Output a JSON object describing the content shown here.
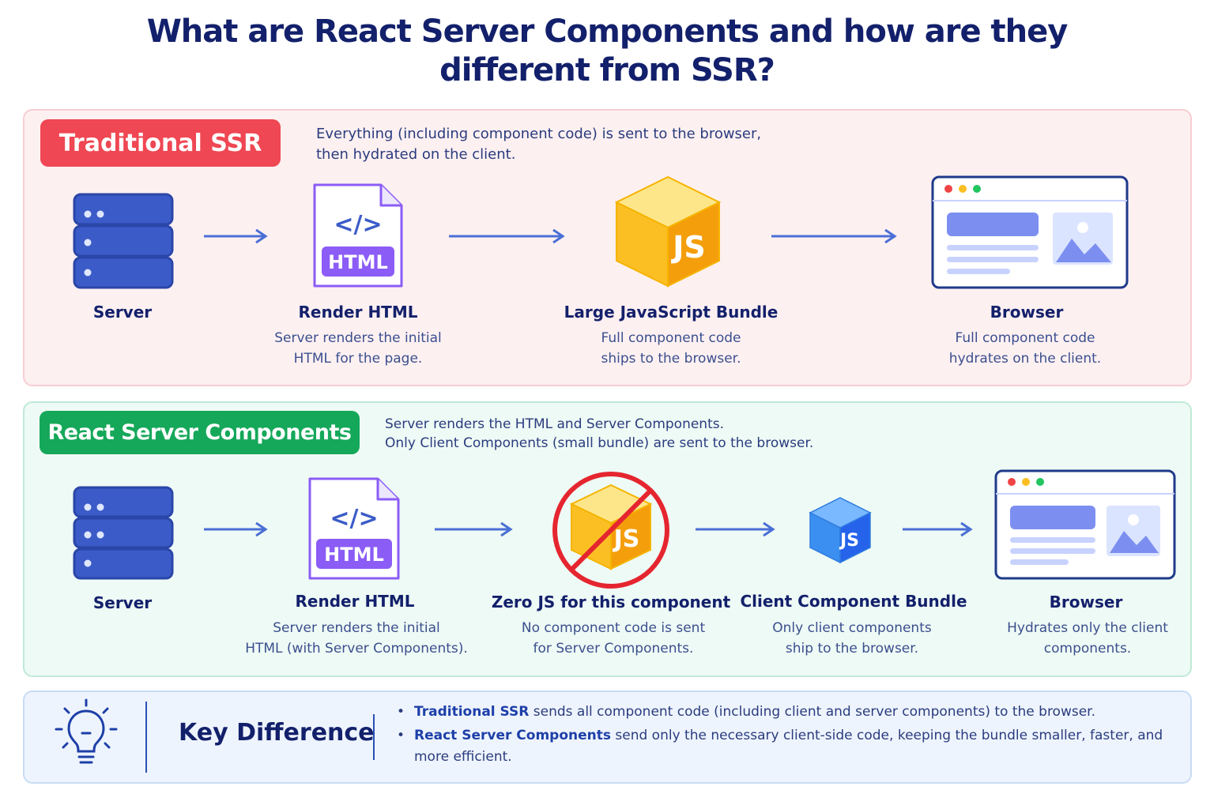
{
  "title": {
    "line1": "What are React Server Components and how are they",
    "line2": "different from SSR?"
  },
  "ssr": {
    "badge": "Traditional SSR",
    "description_line1": "Everything (including component code) is sent to the browser,",
    "description_line2": "then hydrated on the client.",
    "steps": [
      {
        "title": "Server",
        "sub1": "",
        "sub2": "",
        "icon": "server-icon"
      },
      {
        "title": "Render HTML",
        "sub1": "Server renders the initial",
        "sub2": "HTML for the page.",
        "icon": "html-file-icon",
        "icon_label": "HTML",
        "icon_code": "</>"
      },
      {
        "title": "Large JavaScript Bundle",
        "sub1": "Full component code",
        "sub2": "ships to the browser.",
        "icon": "js-cube-icon",
        "icon_label": "JS"
      },
      {
        "title": "Browser",
        "sub1": "Full component code",
        "sub2": "hydrates on the client.",
        "icon": "browser-window-icon"
      }
    ]
  },
  "rsc": {
    "badge": "React Server Components",
    "description_line1": "Server renders the HTML and Server Components.",
    "description_line2": "Only Client Components (small bundle) are sent to the browser.",
    "steps": [
      {
        "title": "Server",
        "sub1": "",
        "sub2": "",
        "icon": "server-icon"
      },
      {
        "title": "Render HTML",
        "sub1": "Server renders the initial",
        "sub2": "HTML (with Server Components).",
        "icon": "html-file-icon",
        "icon_label": "HTML",
        "icon_code": "</>"
      },
      {
        "title": "Zero JS for this component",
        "sub1": "No component code is sent",
        "sub2": "for Server Components.",
        "icon": "no-js-icon",
        "icon_label": "JS"
      },
      {
        "title": "Client Component Bundle",
        "sub1": "Only client components",
        "sub2": "ship to the browser.",
        "icon": "small-js-cube-icon",
        "icon_label": "JS"
      },
      {
        "title": "Browser",
        "sub1": "Hydrates only the client",
        "sub2": "components.",
        "icon": "browser-window-icon"
      }
    ]
  },
  "key": {
    "title": "Key Difference",
    "icon": "lightbulb-icon",
    "bullets": [
      {
        "bold": "Traditional SSR",
        "text": " sends all component code (including client and server components) to the browser."
      },
      {
        "bold": "React Server Components",
        "text": " send only the necessary client-side code, keeping the bundle smaller, faster, and more efficient."
      }
    ]
  },
  "colors": {
    "ssr_accent": "#ef4753",
    "rsc_accent": "#15a85a",
    "arrow": "#4a6fd6",
    "server": "#3b5bc8",
    "html_purple": "#8b5cf6",
    "js_yellow": "#fbbf24",
    "client_blue": "#3b8ff0",
    "title": "#13206b"
  }
}
